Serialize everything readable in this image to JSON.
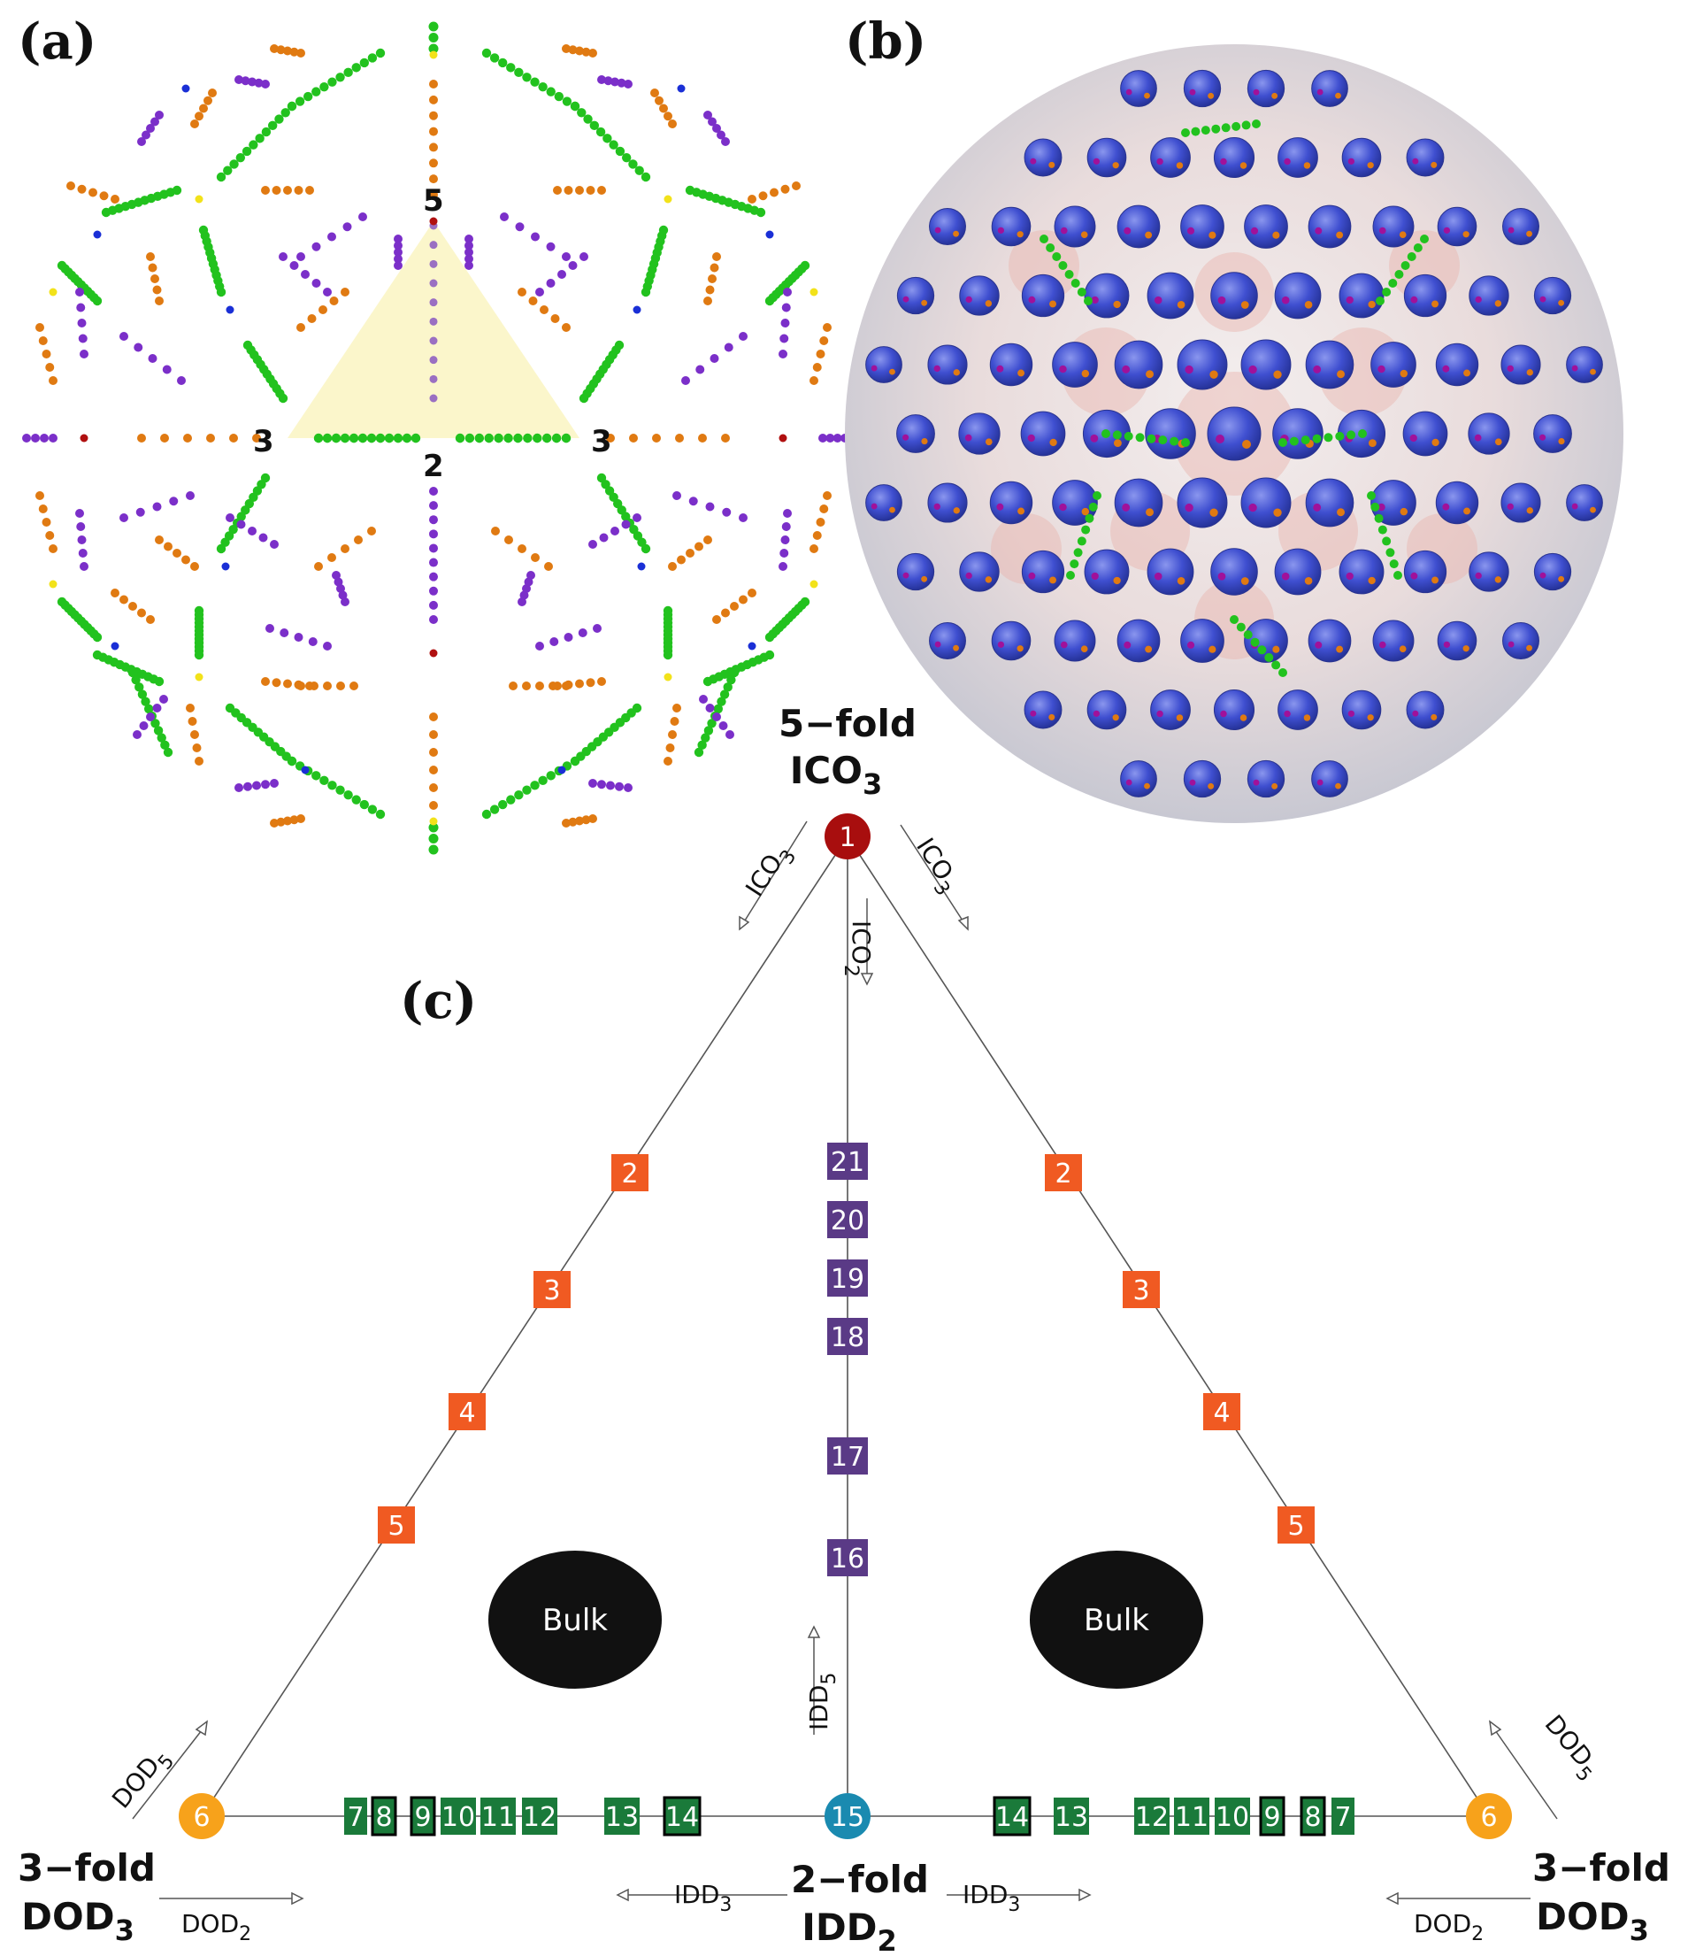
{
  "panels": {
    "a": "(a)",
    "b": "(b)",
    "c": "(c)"
  },
  "panel_a": {
    "vertex_labels": [
      "5",
      "3",
      "3",
      "2"
    ],
    "colors": {
      "green": "#22c21e",
      "purple": "#7b2fc9",
      "orange": "#e07a12",
      "blue": "#1a2fd6",
      "yellow": "#f2e21a",
      "red": "#b01010",
      "triangle": "#fbf6c8"
    }
  },
  "panel_b": {
    "description_colors": {
      "protrusion": "#4a5ad8",
      "shell": "#e8e4e4",
      "shell_pink": "#e8b4ae"
    }
  },
  "panel_c": {
    "top_vertex": {
      "title": "5−fold",
      "subtitle": "ICO",
      "subscript": "3",
      "node": "1"
    },
    "left_vertex": {
      "title": "3−fold",
      "subtitle": "DOD",
      "subscript": "3",
      "node": "6"
    },
    "right_vertex": {
      "title": "3−fold",
      "subtitle": "DOD",
      "subscript": "3",
      "node": "6"
    },
    "bottom_vertex": {
      "title": "2−fold",
      "subtitle": "IDD",
      "subscript": "2",
      "node": "15"
    },
    "left_edge_nodes": [
      "2",
      "3",
      "4",
      "5"
    ],
    "right_edge_nodes": [
      "2",
      "3",
      "4",
      "5"
    ],
    "center_nodes": [
      "21",
      "20",
      "19",
      "18",
      "17",
      "16"
    ],
    "bottom_left_nodes": [
      "7",
      "8",
      "9",
      "10",
      "11",
      "12",
      "13",
      "14"
    ],
    "bottom_right_nodes": [
      "14",
      "13",
      "12",
      "11",
      "10",
      "9",
      "8",
      "7"
    ],
    "boxed_nodes": [
      "8",
      "9",
      "14"
    ],
    "bulk_label": "Bulk",
    "axis_labels": {
      "ico3_left": "ICO",
      "ico3_right": "ICO",
      "ico2": "ICO",
      "idd5": "IDD",
      "idd3_left": "IDD",
      "idd3_right": "IDD",
      "dod5_left": "DOD",
      "dod5_right": "DOD",
      "dod2_left": "DOD",
      "dod2_right": "DOD"
    },
    "axis_subscripts": {
      "ico3": "3",
      "ico2": "2",
      "idd5": "5",
      "idd3": "3",
      "dod5": "5",
      "dod2": "2"
    },
    "colors": {
      "node_red": "#a80e0e",
      "node_orange": "#f7a21b",
      "node_cyan": "#1a8ab0",
      "square_orange": "#f05a22",
      "square_purple": "#5a3a86",
      "square_green": "#1a7a3a",
      "bulk": "#111111"
    }
  }
}
